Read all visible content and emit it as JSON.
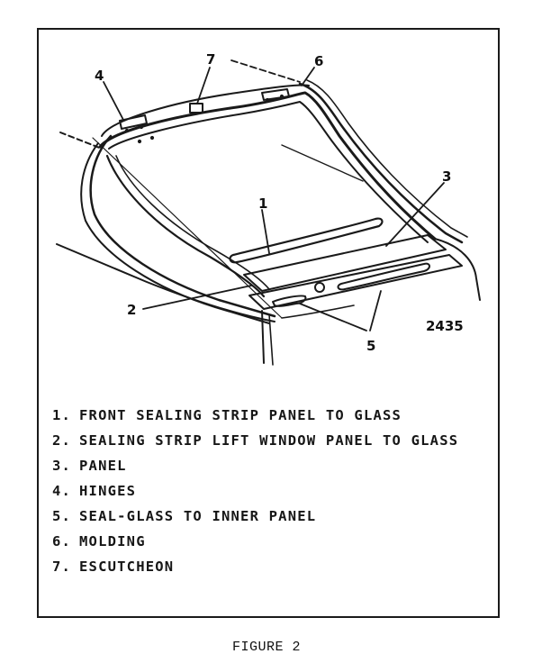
{
  "figure": {
    "drawing_number": "2435",
    "callouts": [
      "1",
      "2",
      "3",
      "4",
      "5",
      "6",
      "7"
    ],
    "legend": [
      {
        "num": "1.",
        "text": "FRONT SEALING STRIP PANEL TO GLASS"
      },
      {
        "num": "2.",
        "text": "SEALING STRIP LIFT WINDOW PANEL TO GLASS"
      },
      {
        "num": "3.",
        "text": "PANEL"
      },
      {
        "num": "4.",
        "text": "HINGES"
      },
      {
        "num": "5.",
        "text": "SEAL-GLASS TO INNER PANEL"
      },
      {
        "num": "6.",
        "text": "MOLDING"
      },
      {
        "num": "7.",
        "text": "ESCUTCHEON"
      }
    ],
    "caption": "FIGURE 2"
  }
}
